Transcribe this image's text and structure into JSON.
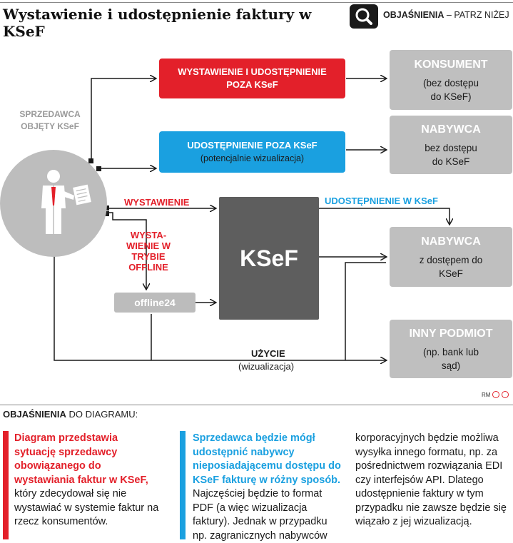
{
  "title": "Wystawienie i udostępnienie faktury w KSeF",
  "explain": {
    "icon": "search-icon",
    "label_bold": "OBJAŚNIENIA",
    "label_rest": " – PATRZ NIŻEJ"
  },
  "diagram": {
    "seller_label": "SPRZEDAWCA OBJĘTY KSeF",
    "box_red": "WYSTAWIENIE I UDOSTĘPNIENIE POZA KSeF",
    "box_blue_title": "UDOSTĘPNIENIE POZA KSeF",
    "box_blue_sub": "(potencjalnie wizualizacja)",
    "ksef": "KSeF",
    "offline": "offline24",
    "label_wystawienie": "WYSTAWIENIE",
    "label_offline": "WYSTA- WIENIE W TRYBIE OFFLINE",
    "label_udostepnienie_ksef": "UDOSTĘPNIENIE W KSeF",
    "label_uzycie": "UŻYCIE",
    "label_wizualizacja": "(wizualizacja)",
    "recipients": [
      {
        "title": "KONSUMENT",
        "sub": "(bez dostępu do KSeF)"
      },
      {
        "title": "NABYWCA",
        "sub": "bez dostępu do KSeF"
      },
      {
        "title": "NABYWCA",
        "sub": "z dostępem do KSeF"
      },
      {
        "title": "INNY PODMIOT",
        "sub": "(np. bank lub sąd)"
      }
    ],
    "credit": "RM"
  },
  "legend": {
    "title_bold": "OBJAŚNIENIA",
    "title_rest": " DO DIAGRAMU:",
    "col1_head": "Diagram przedstawia sytuację sprzedawcy obowiązanego do wystawiania faktur w KSeF,",
    "col1_body": " który zdecydował się nie wystawiać w systemie faktur na rzecz konsumentów.",
    "col2_head": "Sprzedawca będzie mógł udostępnić nabywcy nieposiadającemu dostępu do KSeF fakturę w różny sposób.",
    "col2_body": " Najczęściej będzie to format PDF (a więc wizualizacja faktury). Jednak w przypadku np. zagranicznych nabywców",
    "col3_body": "korporacyjnych będzie możliwa wysyłka innego formatu, np. za pośrednictwem rozwiązania EDI czy interfejsów API. Dlatego udostępnienie faktury w tym przypadku nie zawsze będzie się wiązało z jej wizualizacją."
  },
  "colors": {
    "red": "#e3202a",
    "blue": "#1aa0e0",
    "gray": "#bfbfbf",
    "dark": "#5e5e5e"
  }
}
